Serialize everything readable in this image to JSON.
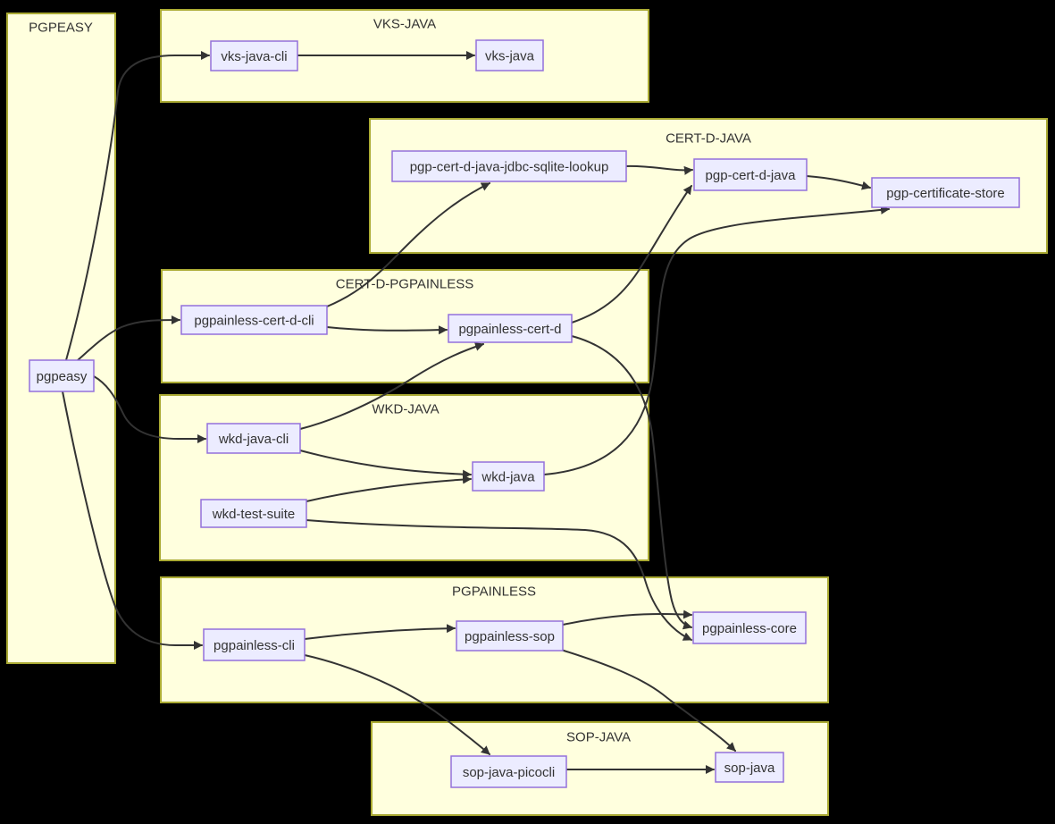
{
  "diagram": {
    "type": "dependency-graph",
    "background": "#000000",
    "colors": {
      "cluster_fill": "#ffffde",
      "cluster_border": "#aaaa33",
      "node_fill": "#ececff",
      "node_border": "#9370db",
      "edge": "#333333",
      "text": "#333333"
    },
    "clusters": [
      {
        "id": "pgpeasy-group",
        "label": "PGPEASY",
        "nodes": [
          "pgpeasy"
        ]
      },
      {
        "id": "vks-java-group",
        "label": "VKS-JAVA",
        "nodes": [
          "vks-java-cli",
          "vks-java"
        ]
      },
      {
        "id": "cert-d-java-group",
        "label": "CERT-D-JAVA",
        "nodes": [
          "pgp-cert-d-java-jdbc-sqlite-lookup",
          "pgp-cert-d-java",
          "pgp-certificate-store"
        ]
      },
      {
        "id": "cert-d-pgpainless-group",
        "label": "CERT-D-PGPAINLESS",
        "nodes": [
          "pgpainless-cert-d-cli",
          "pgpainless-cert-d"
        ]
      },
      {
        "id": "wkd-java-group",
        "label": "WKD-JAVA",
        "nodes": [
          "wkd-java-cli",
          "wkd-test-suite",
          "wkd-java"
        ]
      },
      {
        "id": "pgpainless-group",
        "label": "PGPAINLESS",
        "nodes": [
          "pgpainless-cli",
          "pgpainless-sop",
          "pgpainless-core"
        ]
      },
      {
        "id": "sop-java-group",
        "label": "SOP-JAVA",
        "nodes": [
          "sop-java-picocli",
          "sop-java"
        ]
      }
    ],
    "nodes": [
      {
        "id": "pgpeasy",
        "label": "pgpeasy"
      },
      {
        "id": "vks-java-cli",
        "label": "vks-java-cli"
      },
      {
        "id": "vks-java",
        "label": "vks-java"
      },
      {
        "id": "pgp-cert-d-java-jdbc-sqlite-lookup",
        "label": "pgp-cert-d-java-jdbc-sqlite-lookup"
      },
      {
        "id": "pgp-cert-d-java",
        "label": "pgp-cert-d-java"
      },
      {
        "id": "pgp-certificate-store",
        "label": "pgp-certificate-store"
      },
      {
        "id": "pgpainless-cert-d-cli",
        "label": "pgpainless-cert-d-cli"
      },
      {
        "id": "pgpainless-cert-d",
        "label": "pgpainless-cert-d"
      },
      {
        "id": "wkd-java-cli",
        "label": "wkd-java-cli"
      },
      {
        "id": "wkd-test-suite",
        "label": "wkd-test-suite"
      },
      {
        "id": "wkd-java",
        "label": "wkd-java"
      },
      {
        "id": "pgpainless-cli",
        "label": "pgpainless-cli"
      },
      {
        "id": "pgpainless-sop",
        "label": "pgpainless-sop"
      },
      {
        "id": "pgpainless-core",
        "label": "pgpainless-core"
      },
      {
        "id": "sop-java-picocli",
        "label": "sop-java-picocli"
      },
      {
        "id": "sop-java",
        "label": "sop-java"
      }
    ],
    "edges": [
      {
        "from": "pgpeasy",
        "to": "vks-java-cli"
      },
      {
        "from": "pgpeasy",
        "to": "pgpainless-cert-d-cli"
      },
      {
        "from": "pgpeasy",
        "to": "wkd-java-cli"
      },
      {
        "from": "pgpeasy",
        "to": "pgpainless-cli"
      },
      {
        "from": "vks-java-cli",
        "to": "vks-java"
      },
      {
        "from": "pgp-cert-d-java-jdbc-sqlite-lookup",
        "to": "pgp-cert-d-java"
      },
      {
        "from": "pgp-cert-d-java",
        "to": "pgp-certificate-store"
      },
      {
        "from": "pgpainless-cert-d-cli",
        "to": "pgpainless-cert-d"
      },
      {
        "from": "pgpainless-cert-d-cli",
        "to": "pgp-cert-d-java-jdbc-sqlite-lookup"
      },
      {
        "from": "pgpainless-cert-d",
        "to": "pgp-cert-d-java"
      },
      {
        "from": "pgpainless-cert-d",
        "to": "pgpainless-core"
      },
      {
        "from": "wkd-java-cli",
        "to": "pgpainless-cert-d"
      },
      {
        "from": "wkd-java-cli",
        "to": "wkd-java"
      },
      {
        "from": "wkd-test-suite",
        "to": "wkd-java"
      },
      {
        "from": "wkd-java",
        "to": "pgp-certificate-store"
      },
      {
        "from": "wkd-test-suite",
        "to": "pgpainless-core"
      },
      {
        "from": "pgpainless-cli",
        "to": "pgpainless-sop"
      },
      {
        "from": "pgpainless-sop",
        "to": "pgpainless-core"
      },
      {
        "from": "pgpainless-cli",
        "to": "sop-java-picocli"
      },
      {
        "from": "pgpainless-sop",
        "to": "sop-java"
      },
      {
        "from": "sop-java-picocli",
        "to": "sop-java"
      }
    ]
  }
}
